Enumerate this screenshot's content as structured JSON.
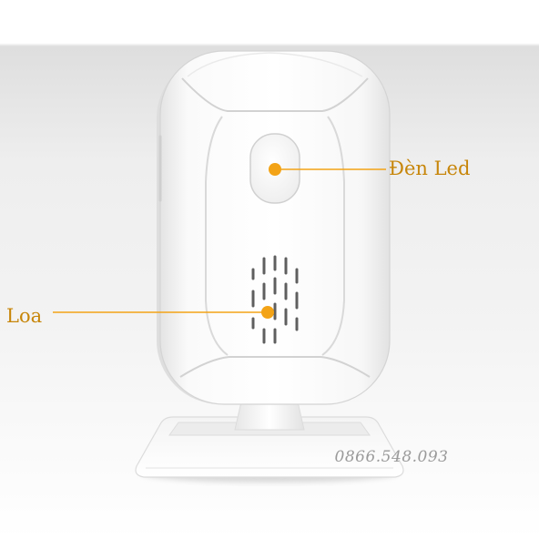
{
  "annotations": {
    "led_label": "Đèn Led",
    "speaker_label": "Loa"
  },
  "watermark": {
    "phone": "0866.548.093"
  },
  "colors": {
    "callout": "#f3a316",
    "label_text": "#c7860a",
    "device_body": "#ffffff"
  }
}
